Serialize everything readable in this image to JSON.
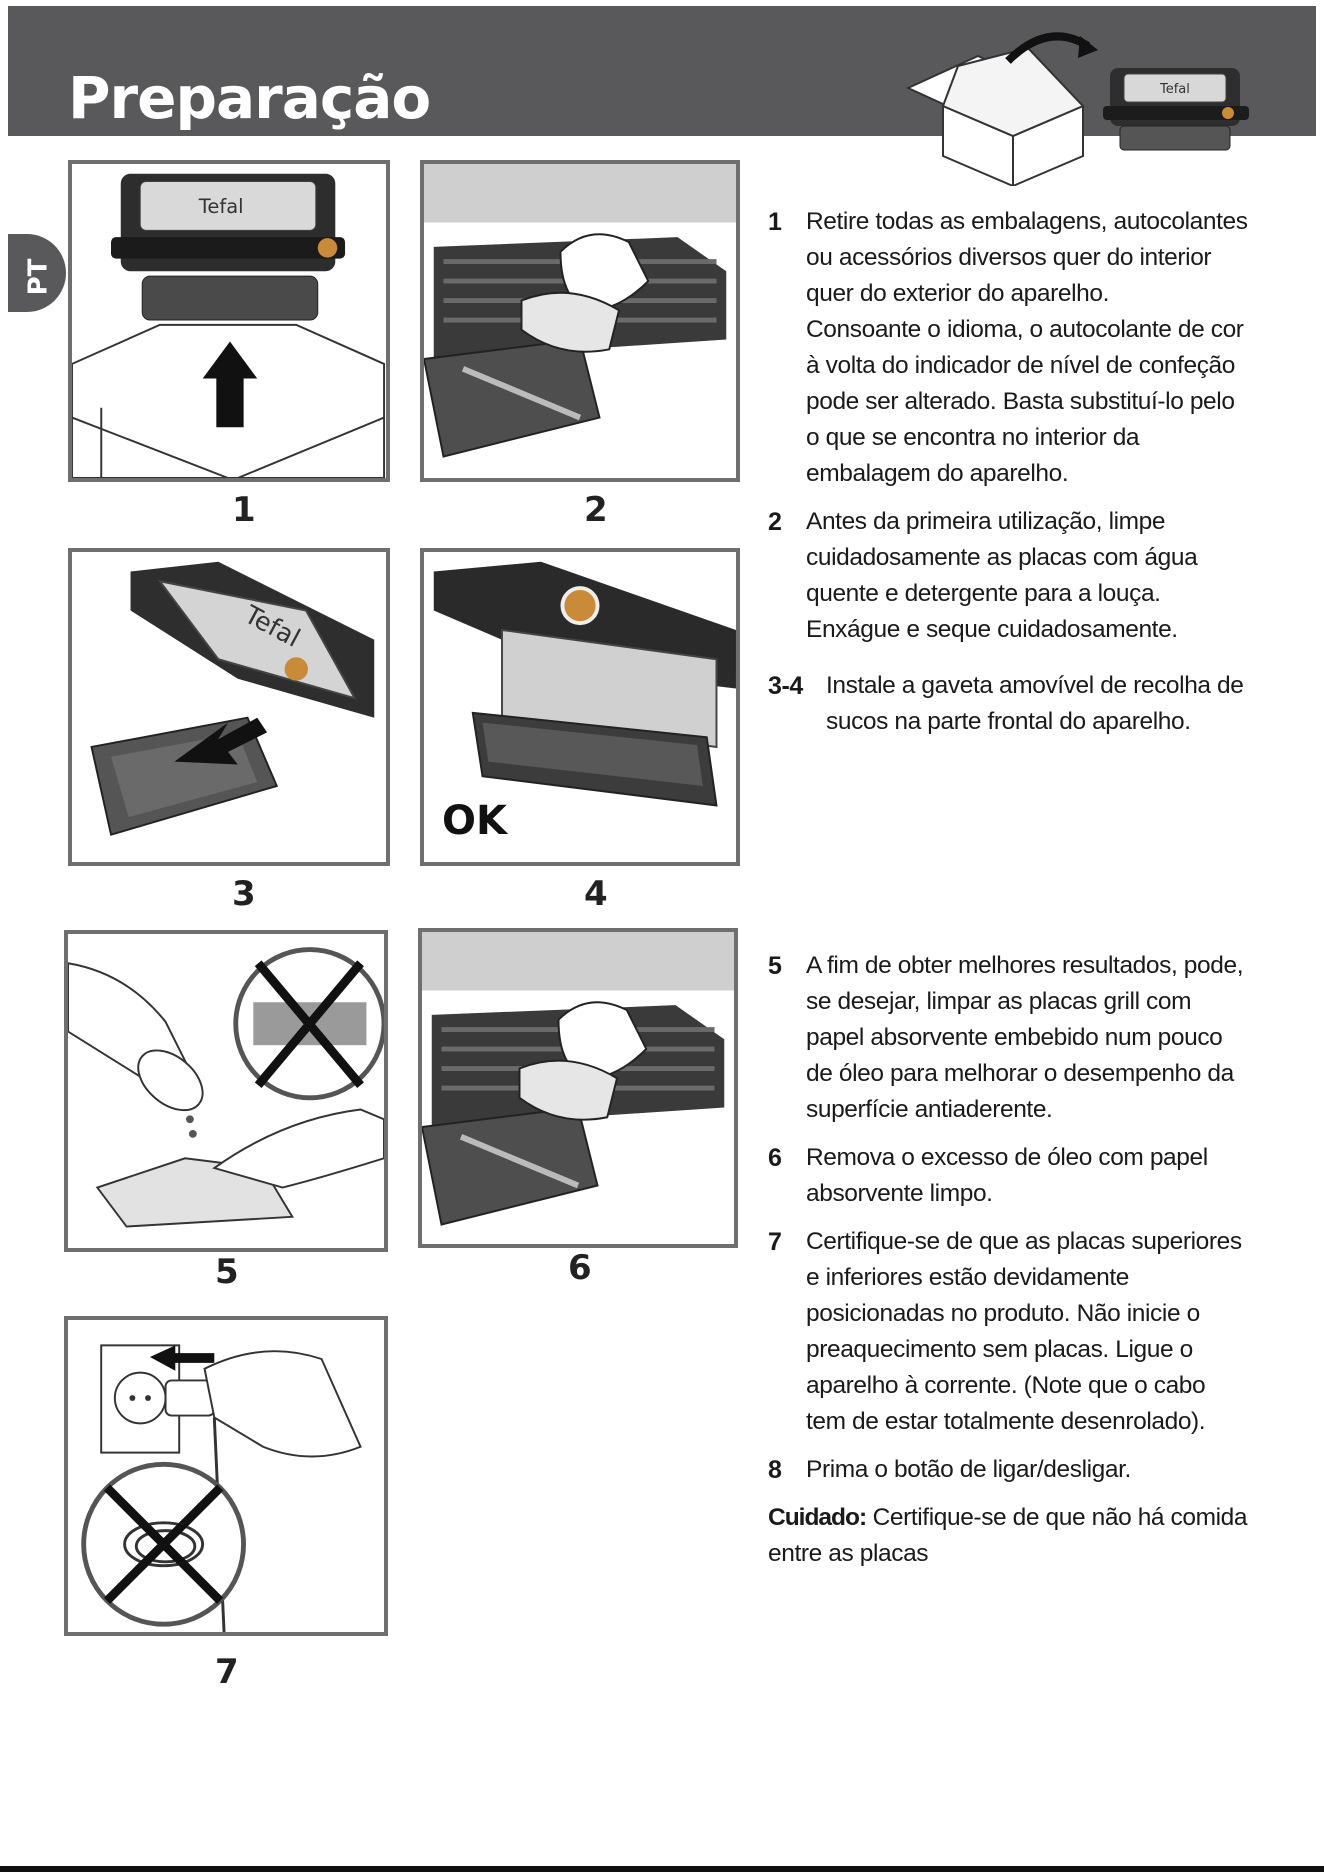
{
  "header": {
    "title": "Preparação"
  },
  "lang_tab": "PT",
  "device": {
    "brand": "Tefal"
  },
  "figures": [
    {
      "label": "1"
    },
    {
      "label": "2"
    },
    {
      "label": "3"
    },
    {
      "label": "4",
      "badge": "OK"
    },
    {
      "label": "5"
    },
    {
      "label": "6"
    },
    {
      "label": "7"
    }
  ],
  "steps": [
    {
      "num": "1",
      "paragraphs": [
        "Retire todas as embalagens, autocolantes ou acessórios diversos quer do interior quer do exterior do aparelho.",
        "Consoante o idioma, o autocolante de cor à volta do indicador de nível de confeção pode ser alterado. Basta substituí-lo pelo o que se encontra no interior da embalagem do aparelho."
      ]
    },
    {
      "num": "2",
      "paragraphs": [
        "Antes da primeira utilização, limpe cuidadosamente as placas com água quente e detergente para a louça. Enxágue e seque cuidadosamente."
      ]
    },
    {
      "num": "3-4",
      "paragraphs": [
        "Instale a gaveta amovível de recolha de sucos na parte frontal do aparelho."
      ]
    },
    {
      "num": "5",
      "paragraphs": [
        "A fim de obter melhores resultados, pode, se desejar, limpar as placas grill com papel absorvente embebido num pouco de óleo  para melhorar o desempenho da superfície antiaderente."
      ]
    },
    {
      "num": "6",
      "paragraphs": [
        "Remova o excesso de óleo com papel absorvente limpo."
      ]
    },
    {
      "num": "7",
      "paragraphs": [
        "Certifique-se de que as placas superiores e inferiores estão devidamente posicionadas no produto. Não inicie o preaquecimento sem placas. Ligue o aparelho à corrente. (Note que o cabo tem de estar totalmente desenrolado)."
      ]
    },
    {
      "num": "8",
      "paragraphs": [
        "Prima o botão de ligar/desligar."
      ]
    }
  ],
  "caution": {
    "label": "Cuidado:",
    "text": "Certifique-se de que não há comida entre as placas"
  }
}
